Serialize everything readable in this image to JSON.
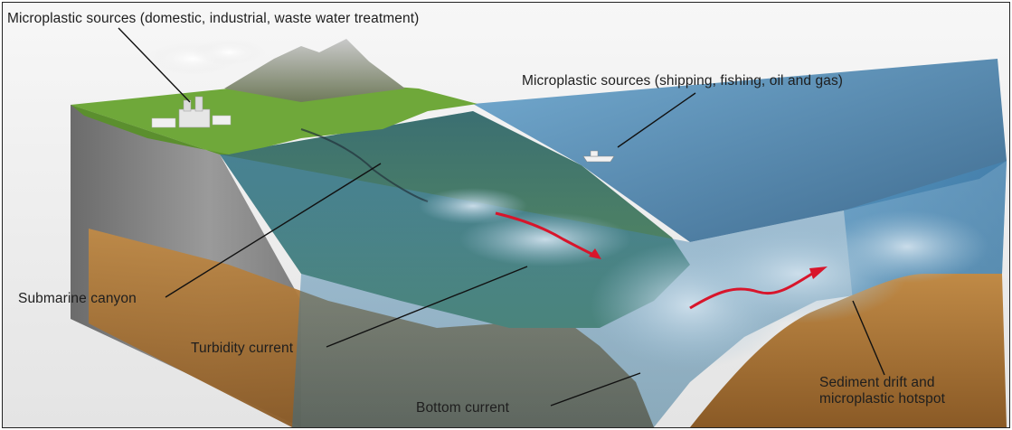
{
  "labels": {
    "domestic_sources": "Microplastic sources (domestic, industrial, waste water treatment)",
    "shipping_sources": "Microplastic sources (shipping, fishing, oil and gas)",
    "submarine_canyon": "Submarine canyon",
    "turbidity_current": "Turbidity current",
    "bottom_current": "Bottom current",
    "sediment_drift_line1": "Sediment drift and",
    "sediment_drift_line2": "microplastic hotspot"
  },
  "colors": {
    "land_green": "#6fa83a",
    "rock_grey": "#8a8a8a",
    "ocean_blue": "#3f7fae",
    "sediment_brown": "#b07a3a",
    "current_arrow": "#d8152b",
    "leader_line": "#111111"
  }
}
